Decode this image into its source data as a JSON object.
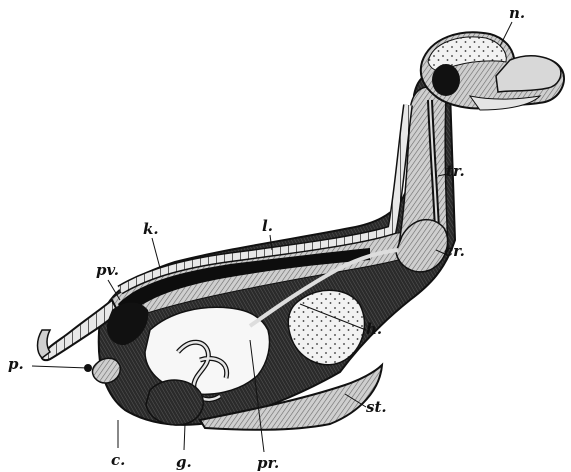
{
  "labels": {
    "n": "n.",
    "tr": "tr.",
    "cr": "cr.",
    "l": "l.",
    "k": "k.",
    "pv": "pv.",
    "h": "h.",
    "p": "p.",
    "st": "st.",
    "c": "c.",
    "g": "g.",
    "pr": "pr."
  },
  "colors": {
    "ink": "#111111",
    "dark_fill": "#1a1a1a",
    "mid_fill": "#8a8a8a",
    "light_fill": "#c8c8c8",
    "paper": "#ffffff"
  }
}
